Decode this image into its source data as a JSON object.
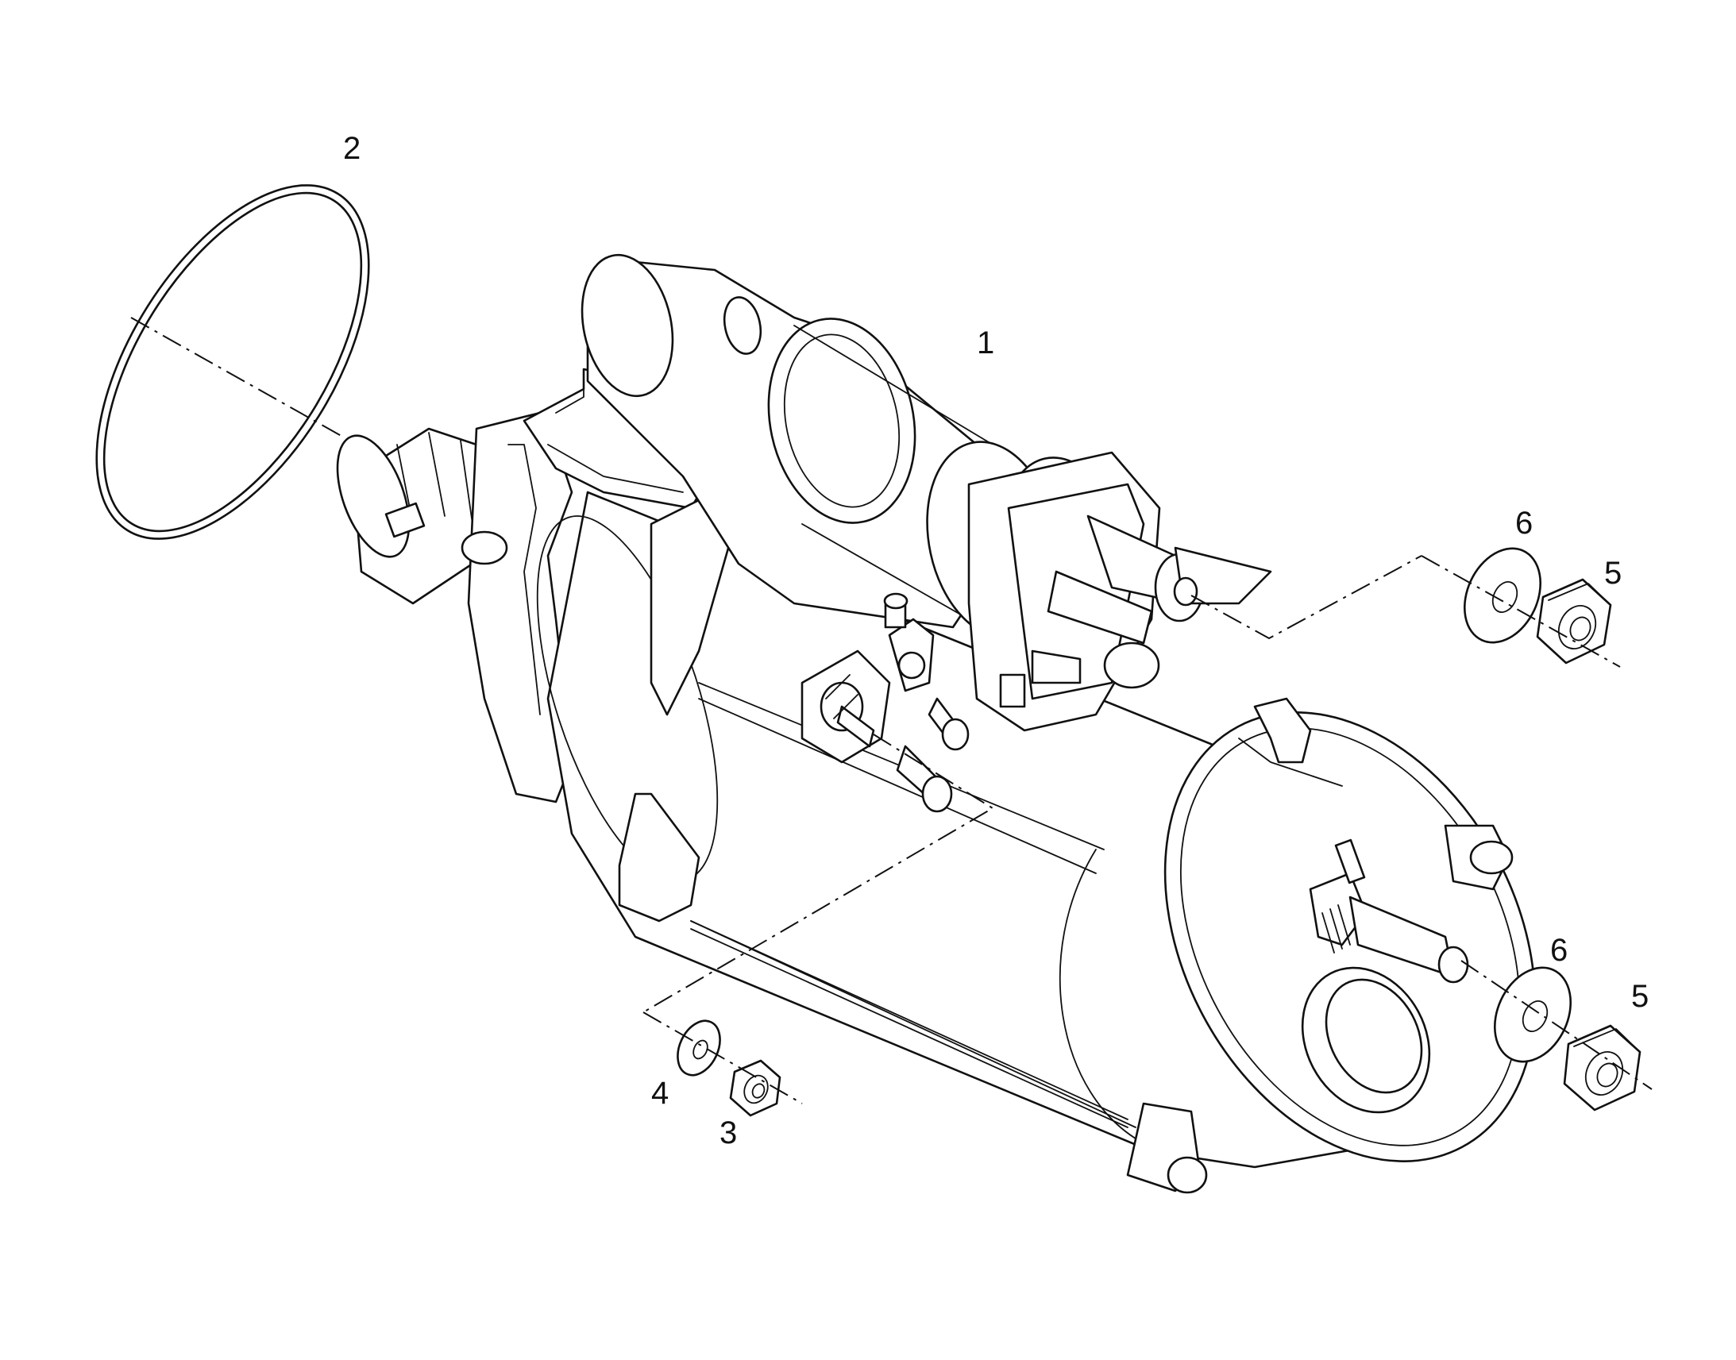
{
  "diagram": {
    "type": "exploded-parts-view",
    "callouts": {
      "starter_motor": "1",
      "o_ring": "2",
      "small_nut": "3",
      "small_washer": "4",
      "upper_nut": "5",
      "upper_washer": "6",
      "lower_nut": "5",
      "lower_washer": "6"
    }
  }
}
